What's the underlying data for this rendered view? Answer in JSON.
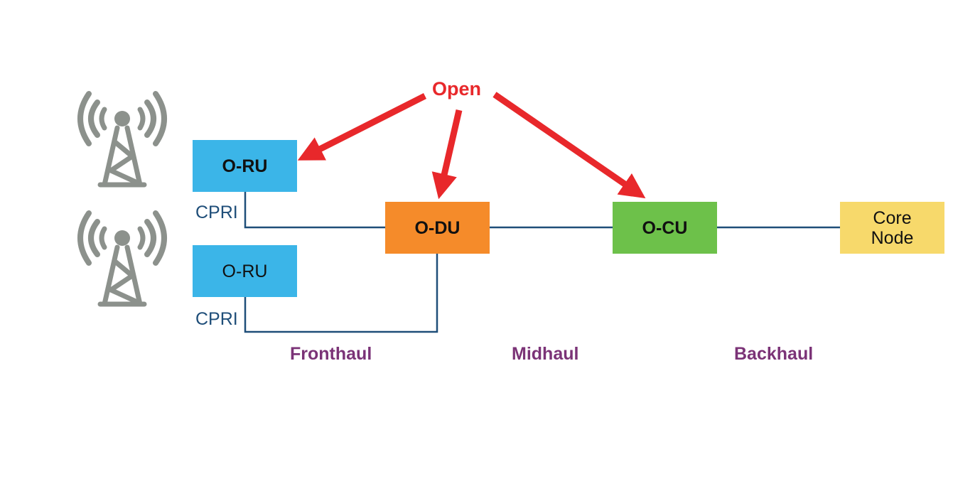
{
  "colors": {
    "oru": "#3BB5E8",
    "odu": "#F58B2A",
    "ocu": "#6DC14A",
    "core": "#F7D96B",
    "link": "#1F4E79",
    "arrow": "#E8282B",
    "haul_text": "#7B3377",
    "tower": "#8C918C"
  },
  "nodes": {
    "oru_top": "O-RU",
    "oru_bottom": "O-RU",
    "odu": "O-DU",
    "ocu": "O-CU",
    "core_line1": "Core",
    "core_line2": "Node"
  },
  "link_labels": {
    "cpri_top": "CPRI",
    "cpri_bottom": "CPRI"
  },
  "segments": {
    "fronthaul": "Fronthaul",
    "midhaul": "Midhaul",
    "backhaul": "Backhaul"
  },
  "callout": {
    "open": "Open"
  },
  "icons": [
    "cell-tower-icon",
    "cell-tower-icon"
  ]
}
